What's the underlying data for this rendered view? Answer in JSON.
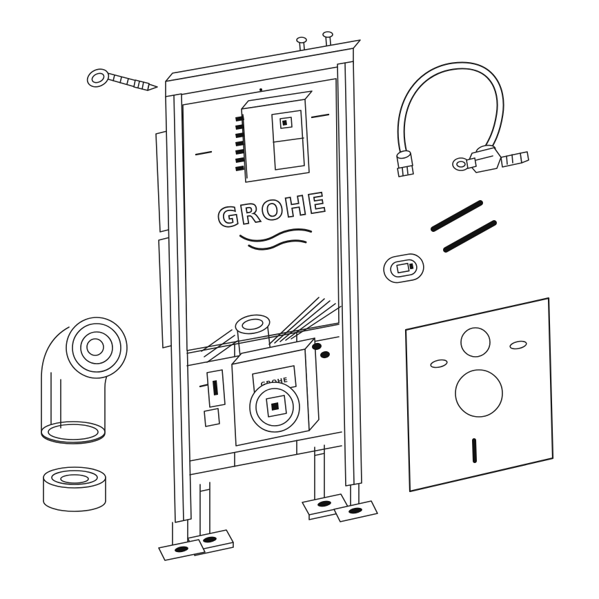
{
  "diagram": {
    "brand_logo": "GROHE",
    "flush_unit_label": "GROHE",
    "parts": [
      "wall-anchor-bolt",
      "top-fixing-bolts",
      "installation-frame-with-cistern",
      "flush-actuator-unit",
      "flush-pipe-assembly",
      "supply-hose-with-angle-valve",
      "mounting-rods",
      "fixing-clip",
      "sound-insulation-mat",
      "drain-elbow-pipe",
      "pipe-collar-cap"
    ]
  },
  "colors": {
    "background": "#ffffff",
    "line": "#1a1a1a",
    "part_fill": "#ffffff",
    "rod_black": "#111111"
  }
}
